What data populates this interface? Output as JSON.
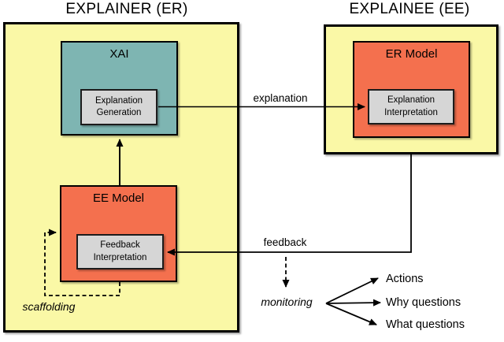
{
  "colors": {
    "container_fill": "#FAF8A6",
    "model_fill": "#F4704E",
    "xai_fill": "#7EB5B2",
    "process_fill": "#D6D6D6",
    "line": "#000000"
  },
  "explainer": {
    "title": "EXPLAINER (ER)",
    "xai": {
      "label": "XAI",
      "process_line1": "Explanation",
      "process_line2": "Generation"
    },
    "ee_model": {
      "label": "EE Model",
      "process_line1": "Feedback",
      "process_line2": "Interpretation"
    },
    "scaffolding_label": "scaffolding"
  },
  "explainee": {
    "title": "EXPLAINEE (EE)",
    "er_model": {
      "label": "ER Model",
      "process_line1": "Explanation",
      "process_line2": "Interpretation"
    }
  },
  "flows": {
    "explanation_label": "explanation",
    "feedback_label": "feedback",
    "monitoring_label": "monitoring",
    "outputs": [
      "Actions",
      "Why questions",
      "What questions"
    ]
  }
}
